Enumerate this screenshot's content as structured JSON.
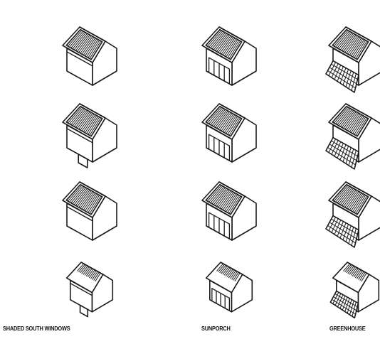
{
  "figure": {
    "columns": [
      {
        "label": "SHADED SOUTH WINDOWS",
        "strategy": "shaded-south-windows"
      },
      {
        "label": "SUNPORCH",
        "strategy": "sunporch"
      },
      {
        "label": "GREENHOUSE",
        "strategy": "greenhouse"
      }
    ],
    "rows": [
      {
        "house": "deep-roof",
        "collector_side": "left"
      },
      {
        "house": "gable-with-entry",
        "collector_side": "left"
      },
      {
        "house": "boxy",
        "collector_side": "left"
      },
      {
        "house": "plain",
        "collector_side": "none"
      }
    ]
  },
  "colors": {
    "ink": "#1a1a1a",
    "paper": "#ffffff"
  }
}
